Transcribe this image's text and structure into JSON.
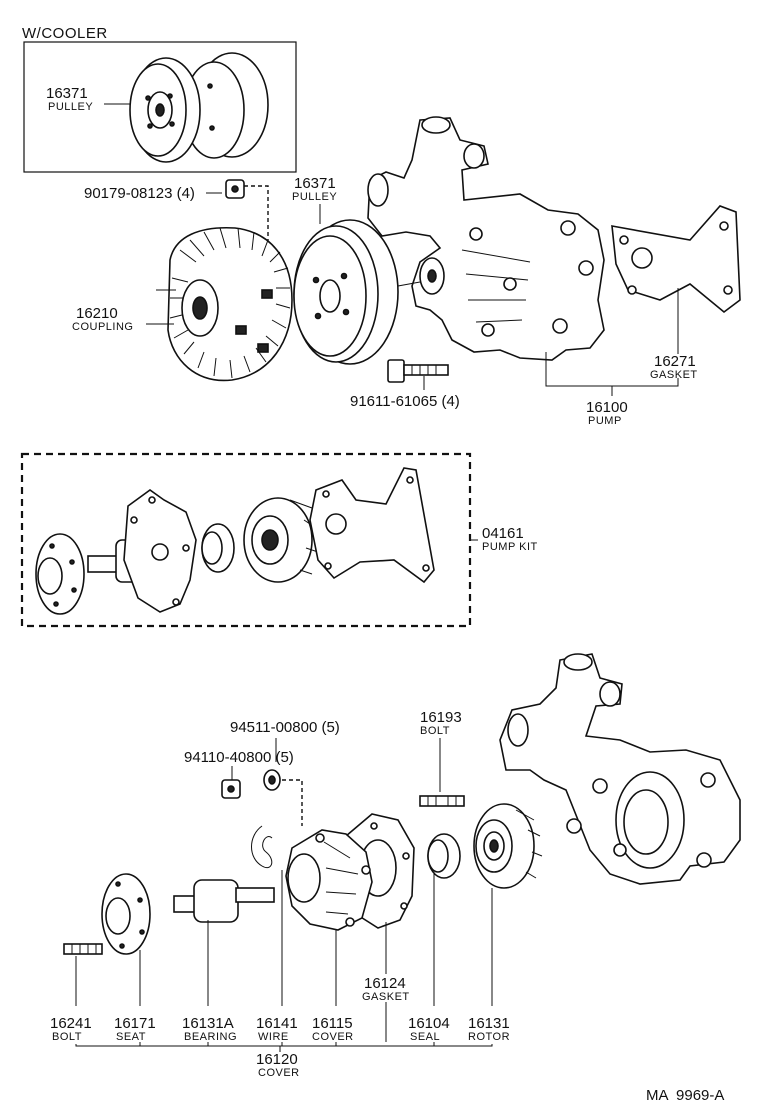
{
  "section_cooler": {
    "title": "W/COOLER",
    "pulley_num": "16371",
    "pulley_lbl": "PULLEY"
  },
  "top": {
    "nut_num": "90179-08123 (4)",
    "pulley_num": "16371",
    "pulley_lbl": "PULLEY",
    "coupling_num": "16210",
    "coupling_lbl": "COUPLING",
    "bolt_num": "91611-61065 (4)",
    "gasket_num": "16271",
    "gasket_lbl": "GASKET",
    "pump_num": "16100",
    "pump_lbl": "PUMP"
  },
  "kit": {
    "num": "04161",
    "lbl": "PUMP KIT"
  },
  "bottom": {
    "washer_num": "94511-00800 (5)",
    "nut_num": "94110-40800 (5)",
    "bolt_top_num": "16193",
    "bolt_top_lbl": "BOLT",
    "gasket_num": "16124",
    "gasket_lbl": "GASKET",
    "parts": [
      {
        "num": "16241",
        "lbl": "BOLT"
      },
      {
        "num": "16171",
        "lbl": "SEAT"
      },
      {
        "num": "16131A",
        "lbl": "BEARING"
      },
      {
        "num": "16141",
        "lbl": "WIRE"
      },
      {
        "num": "16115",
        "lbl": "COVER"
      },
      {
        "num": "16104",
        "lbl": "SEAL"
      },
      {
        "num": "16131",
        "lbl": "ROTOR"
      }
    ],
    "cover_num": "16120",
    "cover_lbl": "COVER"
  },
  "figure_id": "MA  9969-A"
}
